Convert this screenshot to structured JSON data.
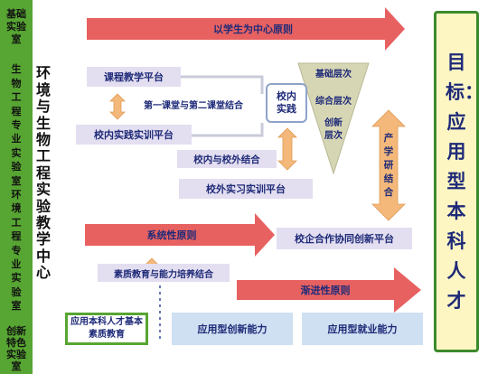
{
  "left_column": {
    "top_label": "基础实验室",
    "middle_label": "生物工程专业实验室环境工程专业实验室",
    "bottom_label": "创新特色实验室"
  },
  "center_title": "环境与生物工程实验教学中心",
  "right_goal": "目标：应用型本科人才",
  "arrows": {
    "student_centered": "以学生为中心原则",
    "systematic": "系统性原则",
    "progressive": "渐进性原则"
  },
  "platforms": {
    "course_teaching": "课程教学平台",
    "first_second_class": "第一课堂与第二课堂结合",
    "campus_practice_training": "校内实践实训平台",
    "campus_practice": "校内实践",
    "inside_outside": "校内与校外结合",
    "offcampus_internship": "校外实习实训平台",
    "enterprise_cooperation": "校企合作协同创新平台",
    "quality_ability": "素质教育与能力培养结合"
  },
  "funnel": {
    "level_basic": "基础层次",
    "level_comprehensive": "综合层次",
    "level_innovative": "创新层次"
  },
  "industry_research": "产学研结合",
  "bottom_row": {
    "basic_quality": "应用本科人才基本素质教育",
    "innovation_ability": "应用型创新能力",
    "employment_ability": "应用型就业能力"
  },
  "colors": {
    "green": "#57a532",
    "orange": "#f3b87a",
    "arrow_red": "#e45050",
    "text_navy": "#1e2a78",
    "goal_bg": "#fdf6c3",
    "lavender": "#e3def0",
    "blue_box": "#cfe0f2"
  }
}
